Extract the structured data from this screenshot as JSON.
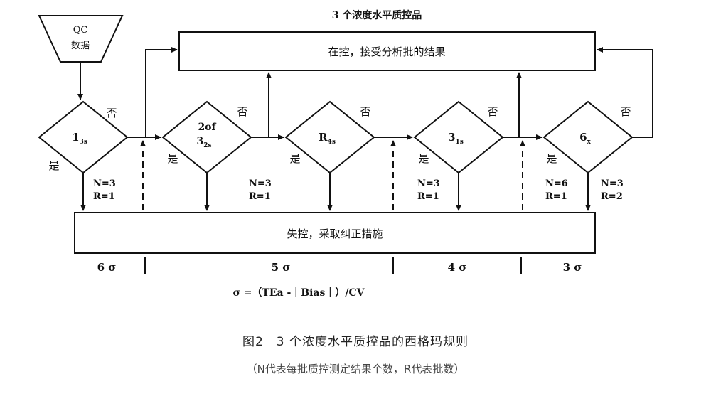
{
  "top_title": "3 个浓度水平质控品",
  "qc_node": {
    "line1": "QC",
    "line2": "数据"
  },
  "accept_box": "在控，接受分析批的结果",
  "reject_box": "失控，采取纠正措施",
  "rules": [
    {
      "main": "1",
      "sub": "3s",
      "no": "否",
      "yes": "是"
    },
    {
      "main1": "2of",
      "main2": "3",
      "sub": "2s",
      "no": "否",
      "yes": "是"
    },
    {
      "main": "R",
      "sub": "4s",
      "no": "否",
      "yes": "是"
    },
    {
      "main": "3",
      "sub": "1s",
      "no": "否",
      "yes": "是"
    },
    {
      "main": "6",
      "sub": "x",
      "no": "否",
      "yes": "是"
    }
  ],
  "nr_labels": [
    {
      "n": "N=3",
      "r": "R=1"
    },
    {
      "n": "N=3",
      "r": "R=1"
    },
    {
      "n": "N=3",
      "r": "R=1"
    },
    {
      "n": "N=6",
      "r": "R=1"
    },
    {
      "n": "N=3",
      "r": "R=2"
    }
  ],
  "sigma_labels": [
    "6 σ",
    "5 σ",
    "4 σ",
    "3 σ"
  ],
  "formula": "σ =（TEa -｜Bias｜）/CV",
  "caption": {
    "title": "图2　3 个浓度水平质控品的西格玛规则",
    "note": "（N代表每批质控测定结果个数，R代表批数）"
  }
}
